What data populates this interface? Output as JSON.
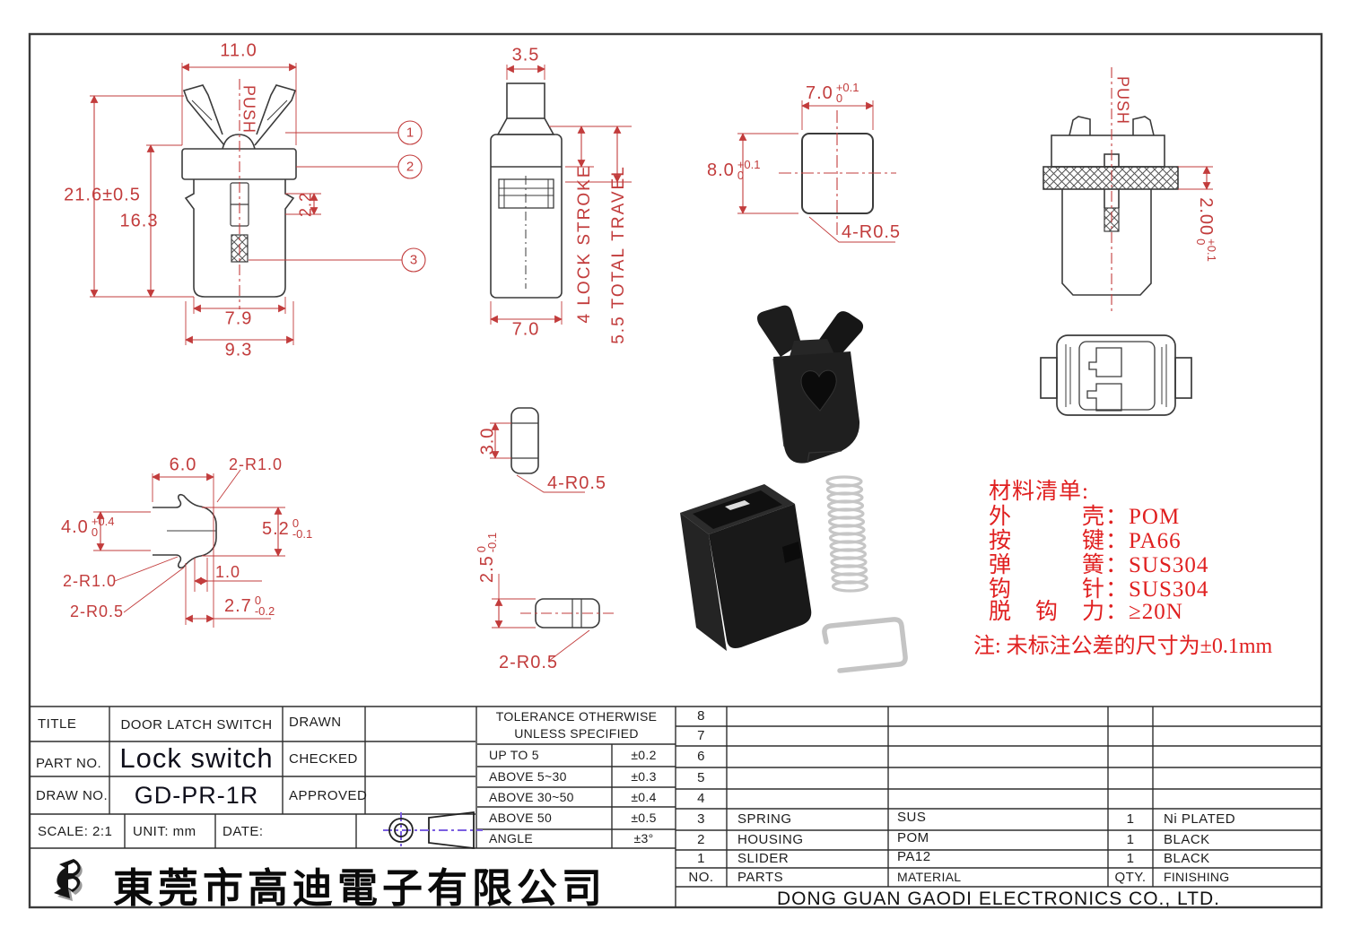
{
  "views": {
    "front": {
      "dim_width": "11.0",
      "dim_total_height": "21.6±0.5",
      "dim_inner_height": "16.3",
      "dim_barb": "2.2",
      "dim_body_width": "7.9",
      "dim_flange_width": "9.3",
      "push": "PUSH",
      "balloon_1": "1",
      "balloon_2": "2",
      "balloon_3": "3"
    },
    "side": {
      "dim_top": "3.5",
      "dim_bottom": "7.0",
      "lock_stroke": "4 LOCK STROKE",
      "total_travel": "5.5 TOTAL TRAVEL"
    },
    "top": {
      "dim_w": "7.0",
      "dim_w_plus": "+0.1",
      "dim_w_minus": "0",
      "dim_h": "8.0",
      "dim_h_plus": "+0.1",
      "dim_h_minus": "0",
      "radius": "4-R0.5"
    },
    "right": {
      "push": "PUSH",
      "dim": "2.00",
      "dim_plus": "+0.1",
      "dim_minus": "0"
    },
    "slider_detail": {
      "dim_top": "6.0",
      "r_top": "2-R1.0",
      "dim_left": "4.0",
      "dim_left_plus": "+0.4",
      "dim_left_minus": "0",
      "dim_right": "5.2",
      "dim_right_plus": "0",
      "dim_right_minus": "-0.1",
      "r_left": "2-R1.0",
      "r_left2": "2-R0.5",
      "dim_small": "1.0",
      "dim_bottom": "2.7",
      "dim_bottom_plus": "0",
      "dim_bottom_minus": "-0.2"
    },
    "pin": {
      "dim_h": "3.0",
      "radius": "4-R0.5"
    },
    "pin2": {
      "dim_h": "2.5",
      "plus": "0",
      "minus": "-0.1",
      "radius": "2-R0.5"
    }
  },
  "materials": {
    "title": "材料清单:",
    "lines": [
      "外　　　壳：POM",
      "按　　　键：PA66",
      "弹　　　簧：SUS304",
      "钩　　　针：SUS304",
      "脱　钩　力：≥20N"
    ],
    "note": "注: 未标注公差的尺寸为±0.1mm"
  },
  "title_block": {
    "title_label": "TITLE",
    "title_value": "DOOR LATCH SWITCH",
    "part_label": "PART NO.",
    "part_value": "Lock switch",
    "draw_label": "DRAW NO.",
    "draw_value": "GD-PR-1R",
    "drawn_label": "DRAWN",
    "checked_label": "CHECKED",
    "approved_label": "APPROVED",
    "scale_label": "SCALE: 2:1",
    "unit_label": "UNIT: mm",
    "date_label": "DATE:"
  },
  "tolerance_table": {
    "header1": "TOLERANCE OTHERWISE",
    "header2": "UNLESS SPECIFIED",
    "rows": [
      {
        "range": "UP TO 5",
        "tol": "±0.2"
      },
      {
        "range": "ABOVE 5~30",
        "tol": "±0.3"
      },
      {
        "range": "ABOVE 30~50",
        "tol": "±0.4"
      },
      {
        "range": "ABOVE 50",
        "tol": "±0.5"
      },
      {
        "range": "ANGLE",
        "tol": "±3°"
      }
    ]
  },
  "parts_table": {
    "col_no": "NO.",
    "col_parts": "PARTS",
    "col_material": "MATERIAL",
    "col_qty": "QTY.",
    "col_finishing": "FINISHING",
    "rows": [
      {
        "no": "8",
        "parts": "",
        "material": "",
        "qty": "",
        "finishing": ""
      },
      {
        "no": "7",
        "parts": "",
        "material": "",
        "qty": "",
        "finishing": ""
      },
      {
        "no": "6",
        "parts": "",
        "material": "",
        "qty": "",
        "finishing": ""
      },
      {
        "no": "5",
        "parts": "",
        "material": "",
        "qty": "",
        "finishing": ""
      },
      {
        "no": "4",
        "parts": "",
        "material": "",
        "qty": "",
        "finishing": ""
      },
      {
        "no": "3",
        "parts": "SPRING",
        "material": "SUS",
        "qty": "1",
        "finishing": "Ni PLATED"
      },
      {
        "no": "2",
        "parts": "HOUSING",
        "material": "POM",
        "qty": "1",
        "finishing": "BLACK"
      },
      {
        "no": "1",
        "parts": "SLIDER",
        "material": "PA12",
        "qty": "1",
        "finishing": "BLACK"
      }
    ]
  },
  "company": {
    "name_cn": "東莞市高迪電子有限公司",
    "name_en": "DONG GUAN GAODI ELECTRONICS CO., LTD."
  },
  "colors": {
    "dimension_red": "#c23c3c",
    "material_red": "#e02020",
    "line_dark": "#3b3b3b",
    "projection_violet": "#7b5fe0"
  }
}
